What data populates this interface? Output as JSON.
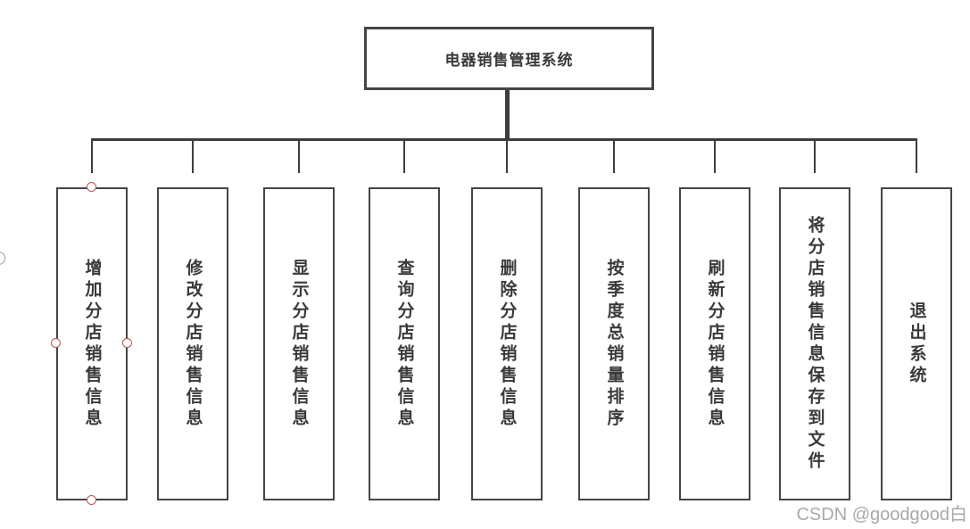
{
  "diagram": {
    "root": {
      "label": "电器销售管理系统"
    },
    "children": [
      {
        "label": "增加分店销售信息"
      },
      {
        "label": "修改分店销售信息"
      },
      {
        "label": "显示分店销售信息"
      },
      {
        "label": "查询分店销售信息"
      },
      {
        "label": "删除分店销售信息"
      },
      {
        "label": "按季度总销量排序"
      },
      {
        "label": "刷新分店销售信息"
      },
      {
        "label": "将分店销售信息保存到文件"
      },
      {
        "label": "退出系统"
      }
    ],
    "colors": {
      "line": "#3d3d3d",
      "border": "#454545",
      "text": "#3a3a3a",
      "handle": "#b85450",
      "watermark": "#a9a9a9"
    }
  },
  "watermark": {
    "text": "CSDN @goodgood白"
  }
}
